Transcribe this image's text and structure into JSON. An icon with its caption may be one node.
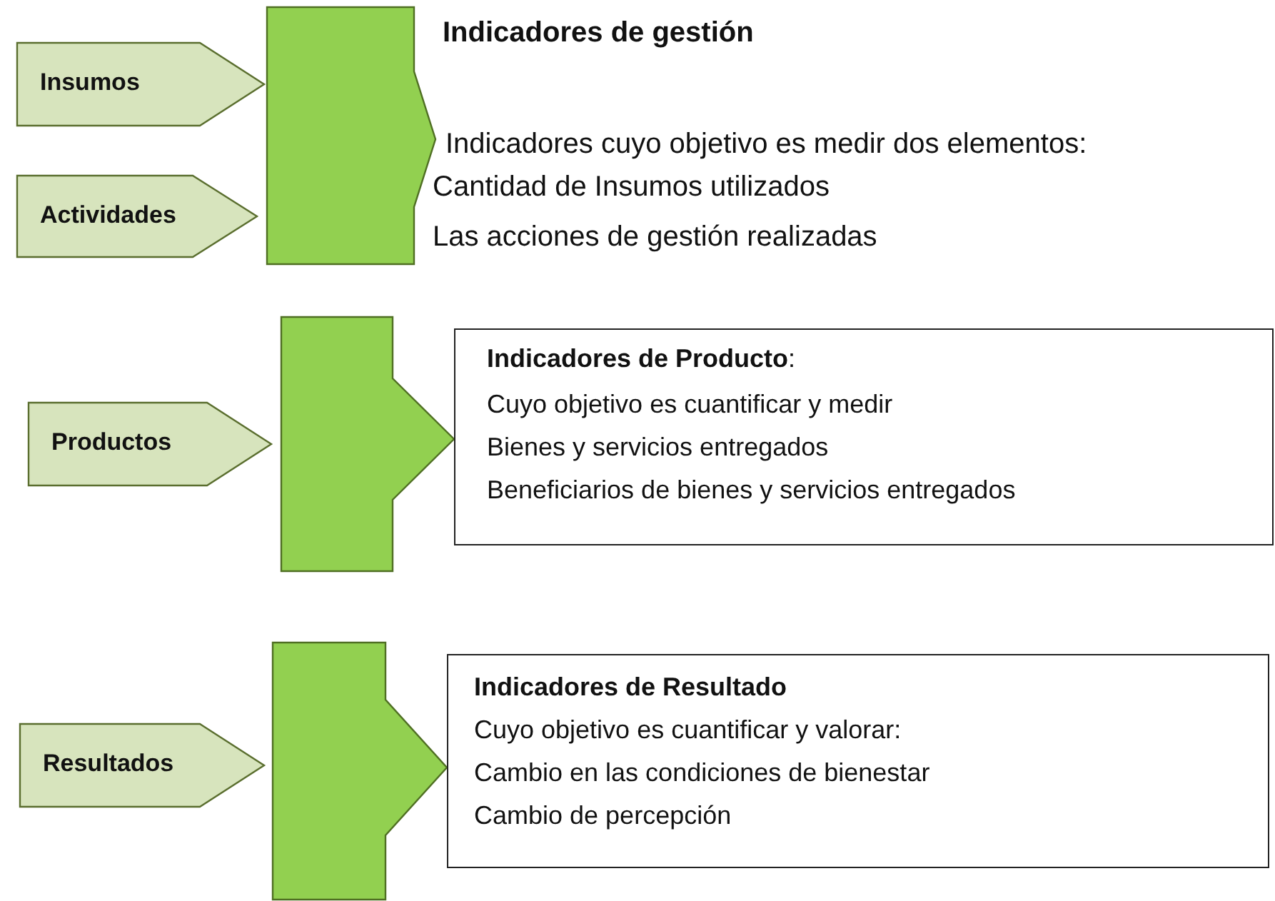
{
  "diagram": {
    "nodes": [
      {
        "text": [
          "Insumos"
        ]
      },
      {
        "text": [
          "Actividades"
        ]
      },
      {
        "text": [
          "Indicadores de gestión",
          "Indicadores cuyo objetivo es medir dos elementos:",
          "Cantidad de Insumos utilizados",
          "Las acciones de gestión realizadas"
        ]
      },
      {
        "text": [
          "Productos"
        ]
      },
      {
        "text": [
          "**Indicadores de Producto**:",
          "Cuyo objetivo es cuantificar y medir",
          "Bienes y servicios entregados",
          "Beneficiarios de bienes y servicios entregados"
        ]
      },
      {
        "text": [
          "Resultados"
        ]
      },
      {
        "text": [
          "Indicadores de Resultado",
          "Cuyo objetivo es cuantificar y valorar:",
          "Cambio en las condiciones de bienestar",
          "Cambio de percepción"
        ]
      }
    ],
    "edges": [
      {
        "from": 0,
        "to": 2,
        "arrow": "to"
      },
      {
        "from": 1,
        "to": 2,
        "arrow": "to"
      },
      {
        "from": 3,
        "to": 4,
        "arrow": "to"
      },
      {
        "from": 5,
        "to": 6,
        "arrow": "to"
      }
    ]
  }
}
